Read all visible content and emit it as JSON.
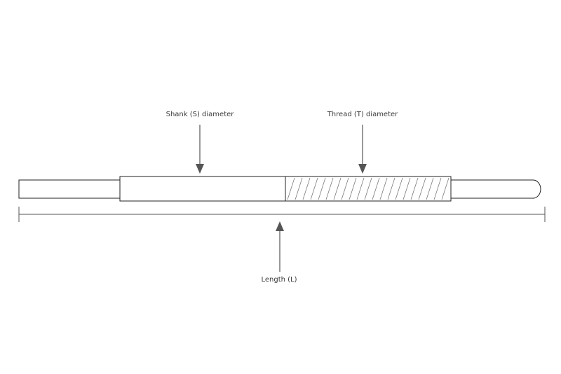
{
  "labels": {
    "shank": "Shank (S) diameter",
    "thread": "Thread (T) diameter",
    "length": "Length (L)"
  },
  "colors": {
    "outline": "#222222",
    "arrow": "#555555",
    "thread_hatch": "#7a7a7a",
    "text": "#3a3a3a"
  }
}
